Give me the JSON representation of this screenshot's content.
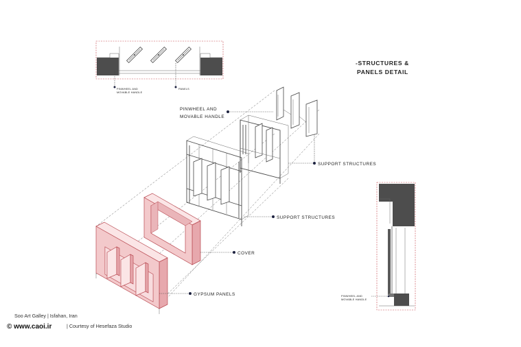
{
  "title": {
    "line1": "-STRUCTURES &",
    "line2": "PANELS  DETAIL"
  },
  "plan_labels": {
    "pinwheel_line1": "PINWHEEL AND",
    "pinwheel_line2": "MOVABLE HANDLE",
    "panels": "PANELS"
  },
  "exploded_labels": {
    "pinwheel_line1": "PINWHEEL AND",
    "pinwheel_line2": "MOVABLE HANDLE",
    "support_upper": "SUPPORT STRUCTURES",
    "support_lower": "SUPPORT STRUCTURES",
    "cover": "COVER",
    "gypsum": "GYPSUM PANELS"
  },
  "section_labels": {
    "pinwheel_line1": "PINWHEEL AND",
    "pinwheel_line2": "MOVABLE HANDLE"
  },
  "credits": {
    "project": "Soo Art Galley  |  Isfahan, Iran",
    "site": "© www.caoi.ir",
    "courtesy": "|  Courtesy of Hesefaza Studio"
  },
  "colors": {
    "accent_red": "#c6444a",
    "gypsum_pink": "#f3c9cb",
    "dark_fill": "#444444",
    "leader_dot": "#1d2240"
  },
  "icons": [
    "leader-dot-icon"
  ]
}
